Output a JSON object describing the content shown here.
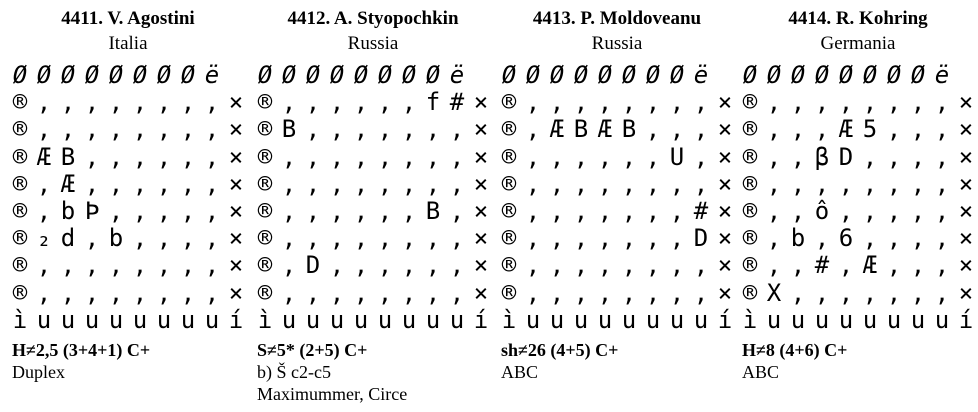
{
  "problems": [
    {
      "title": "4411. V. Agostini",
      "country": "Italia",
      "board_rows": [
        "ØØØØØØØØë",
        "®,,,,,,,,×",
        "®,,,,,,,,×",
        "®ÆB,,,,,,×",
        "®,Æ,,,,,,×",
        "®,bÞ,,,,,×",
        "®₂d,b,,,,×",
        "®,,,,,,,,×",
        "®,,,,,,,,×",
        "ìuuuuuuuuí"
      ],
      "stipulation": "H≠2,5  (3+4+1) C+",
      "notes": [
        "Duplex"
      ]
    },
    {
      "title": "4412. A. Styopochkin",
      "country": "Russia",
      "board_rows": [
        "ØØØØØØØØë",
        "®,,,,,,f#×",
        "®B,,,,,,,×",
        "®,,,,,,,,×",
        "®,,,,,,,,×",
        "®,,,,,,B,×",
        "®,,,,,,,,×",
        "®,D,,,,,,×",
        "®,,,,,,,,×",
        "ìuuuuuuuuí"
      ],
      "stipulation": "S≠5*  (2+5) C+",
      "notes": [
        "b) Š c2-c5",
        "Maximummer, Circe"
      ]
    },
    {
      "title": "4413. P. Moldoveanu",
      "country": "Russia",
      "board_rows": [
        "ØØØØØØØØë",
        "®,,,,,,,,×",
        "®,ÆBÆB,,,×",
        "®,,,,,,U,×",
        "®,,,,,,,,×",
        "®,,,,,,,#×",
        "®,,,,,,,D×",
        "®,,,,,,,,×",
        "®,,,,,,,,×",
        "ìuuuuuuuuí"
      ],
      "stipulation": "sh≠26  (4+5) C+",
      "notes": [
        "ABC"
      ]
    },
    {
      "title": "4414. R. Kohring",
      "country": "Germania",
      "board_rows": [
        "ØØØØØØØØë",
        "®,,,,,,,,×",
        "®,,,Æ5,,,×",
        "®,,βD,,,,×",
        "®,,,,,,,,×",
        "®,,ô,,,,,×",
        "®,b,6,,,,×",
        "®,,#,Æ,,,×",
        "®X,,,,,,,×",
        "ìuuuuuuuuí"
      ],
      "stipulation": "H≠8  (4+6) C+",
      "notes": [
        "ABC"
      ]
    }
  ]
}
